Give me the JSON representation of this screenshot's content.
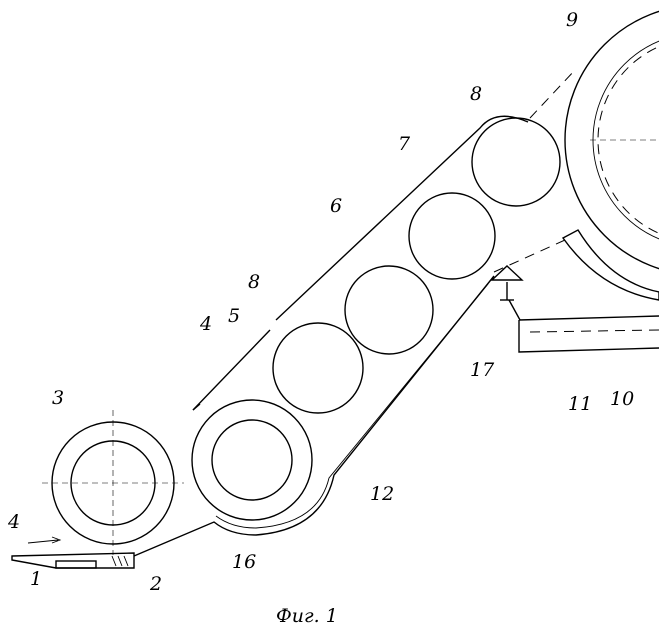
{
  "labels": {
    "l1": "1",
    "l2": "2",
    "l3": "3",
    "l4": "4",
    "l4b": "4",
    "l5": "5",
    "l6": "6",
    "l7": "7",
    "l8": "8",
    "l8b": "8",
    "l9": "9",
    "l10": "10",
    "l11": "11",
    "l12": "12",
    "l16": "16",
    "l17": "17",
    "caption": "Фиг. 1"
  }
}
